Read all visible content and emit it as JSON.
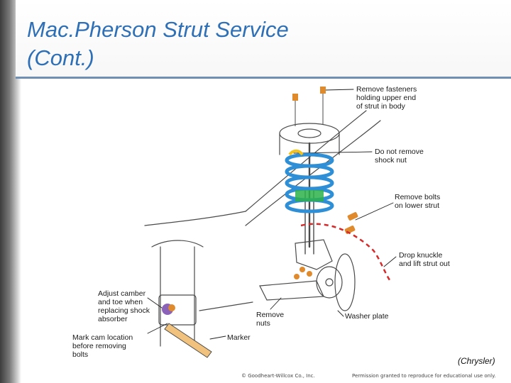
{
  "slide": {
    "title": "Mac.Pherson Strut Service\n(Cont.)",
    "accent_color": "#2e6fb5",
    "rule_color": "#6f8fb3"
  },
  "figure": {
    "callouts": {
      "remove_fasteners": "Remove fasteners\nholding upper end\nof strut in body",
      "do_not_remove": "Do not remove\nshock nut",
      "remove_bolts": "Remove bolts\non lower strut",
      "drop_knuckle": "Drop knuckle\nand lift strut out",
      "washer_plate": "Washer plate",
      "remove_nuts": "Remove\nnuts",
      "adjust_camber": "Adjust camber\nand toe when\nreplacing shock\nabsorber",
      "mark_cam": "Mark cam location\nbefore removing\nbolts",
      "marker": "Marker"
    },
    "colors": {
      "spring": "#2f8fd6",
      "spring_band": "#2db24a",
      "fastener": "#e08a2e",
      "marker": "#f1c27d",
      "cam": "#8a62b8",
      "drop_line": "#d42a2a",
      "bump_stop": "#f2c11a"
    }
  },
  "credit": "(Chrysler)",
  "footer": {
    "copyright": "© Goodheart-Willcox Co., Inc.",
    "permission": "Permission granted to reproduce for educational use only."
  }
}
